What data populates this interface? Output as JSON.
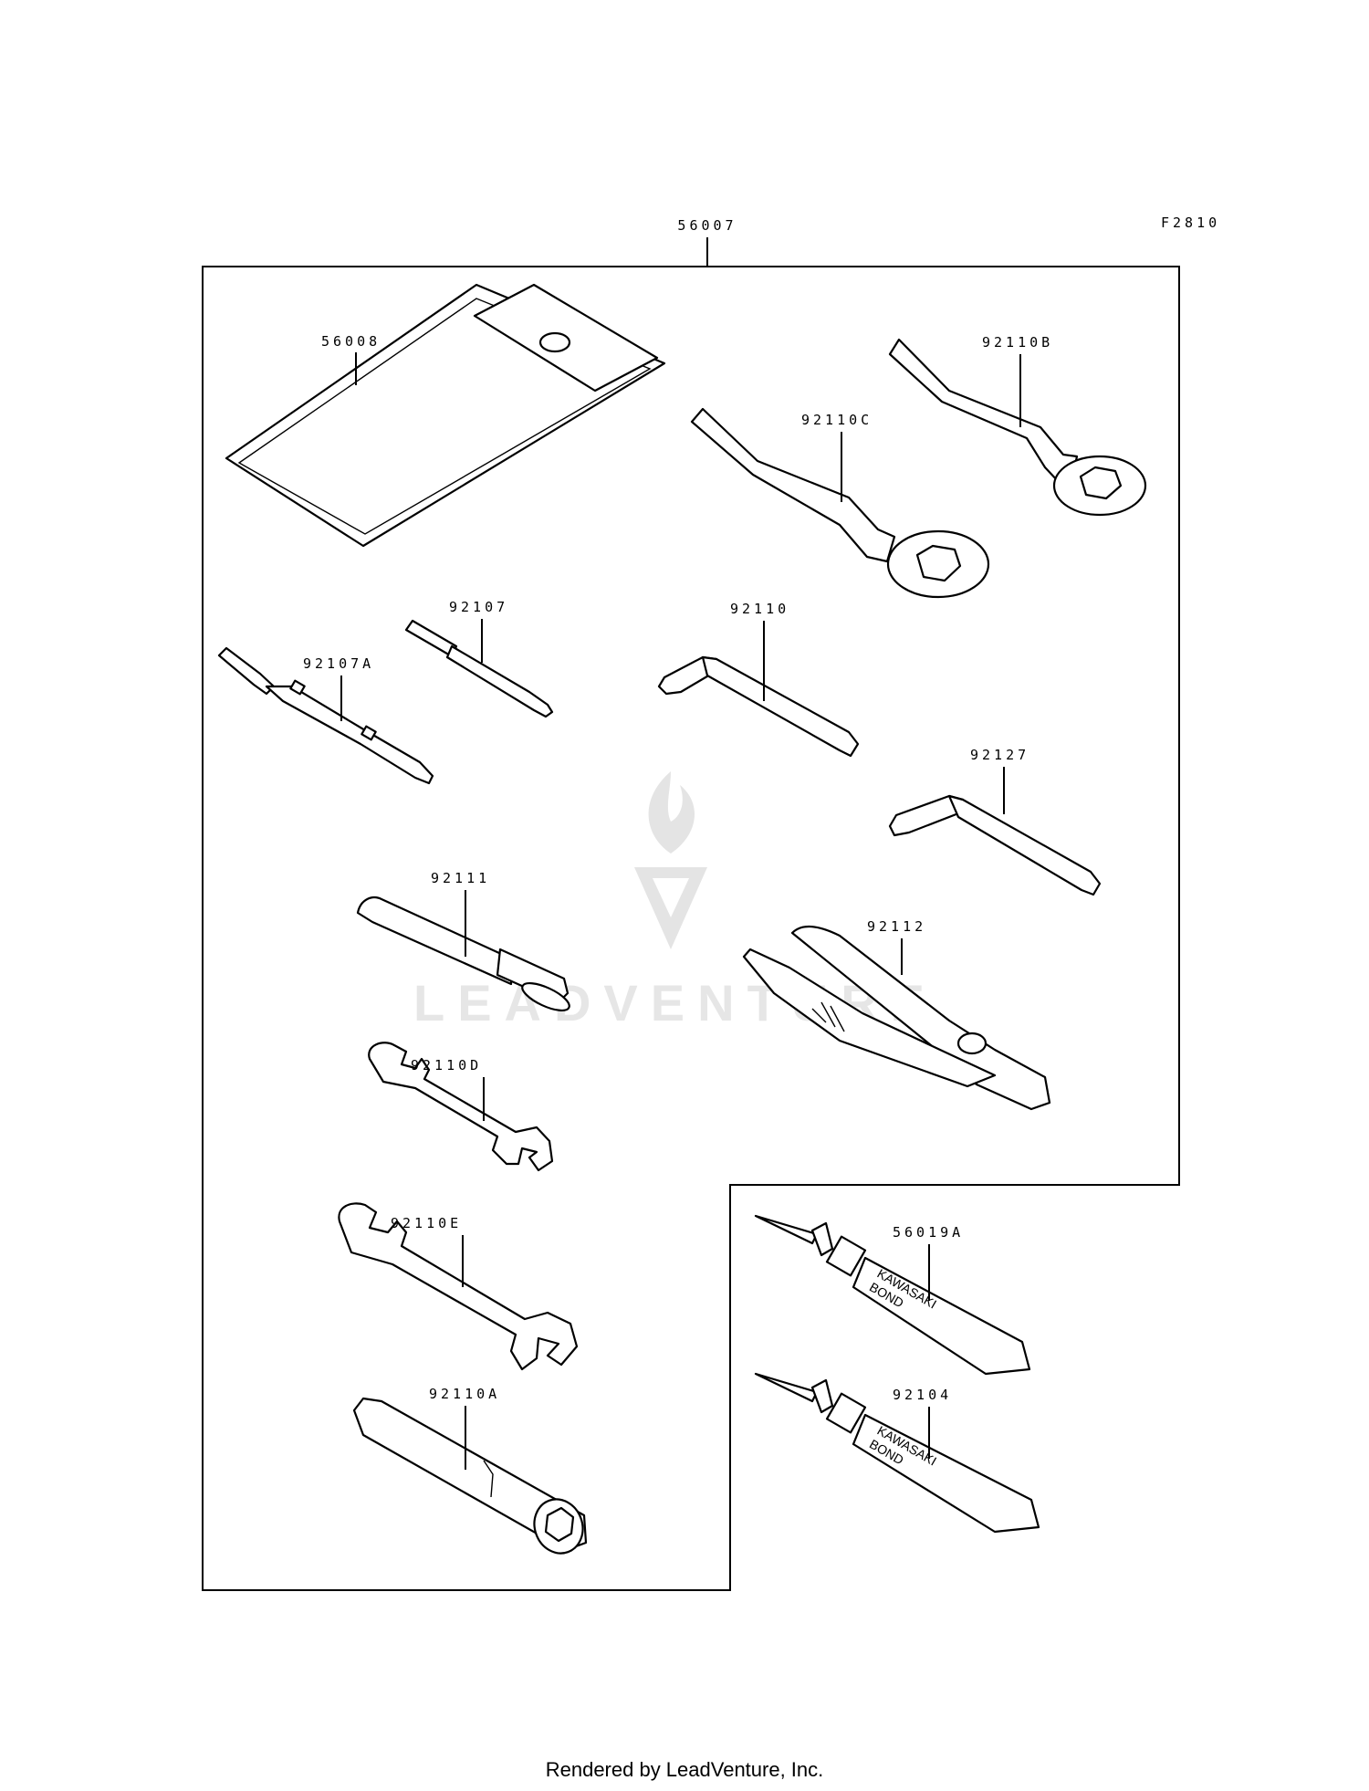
{
  "figure_code": "F2810",
  "kit_part": "56007",
  "parts": {
    "pouch": "56008",
    "ring_wrench_b": "92110B",
    "ring_wrench_c": "92110C",
    "screwdriver": "92107",
    "screwdriver_a": "92107A",
    "hex_key": "92110",
    "hex_key_2": "92127",
    "handle": "92111",
    "pliers": "92112",
    "open_wrench_d": "92110D",
    "open_wrench_e": "92110E",
    "plug_wrench": "92110A",
    "bond_a": "56019A",
    "bond_b": "92104"
  },
  "tube_text": {
    "line1": "KAWASAKI",
    "line2": "BOND"
  },
  "watermark": "LEADVENTURE",
  "footer": "Rendered by LeadVenture, Inc."
}
